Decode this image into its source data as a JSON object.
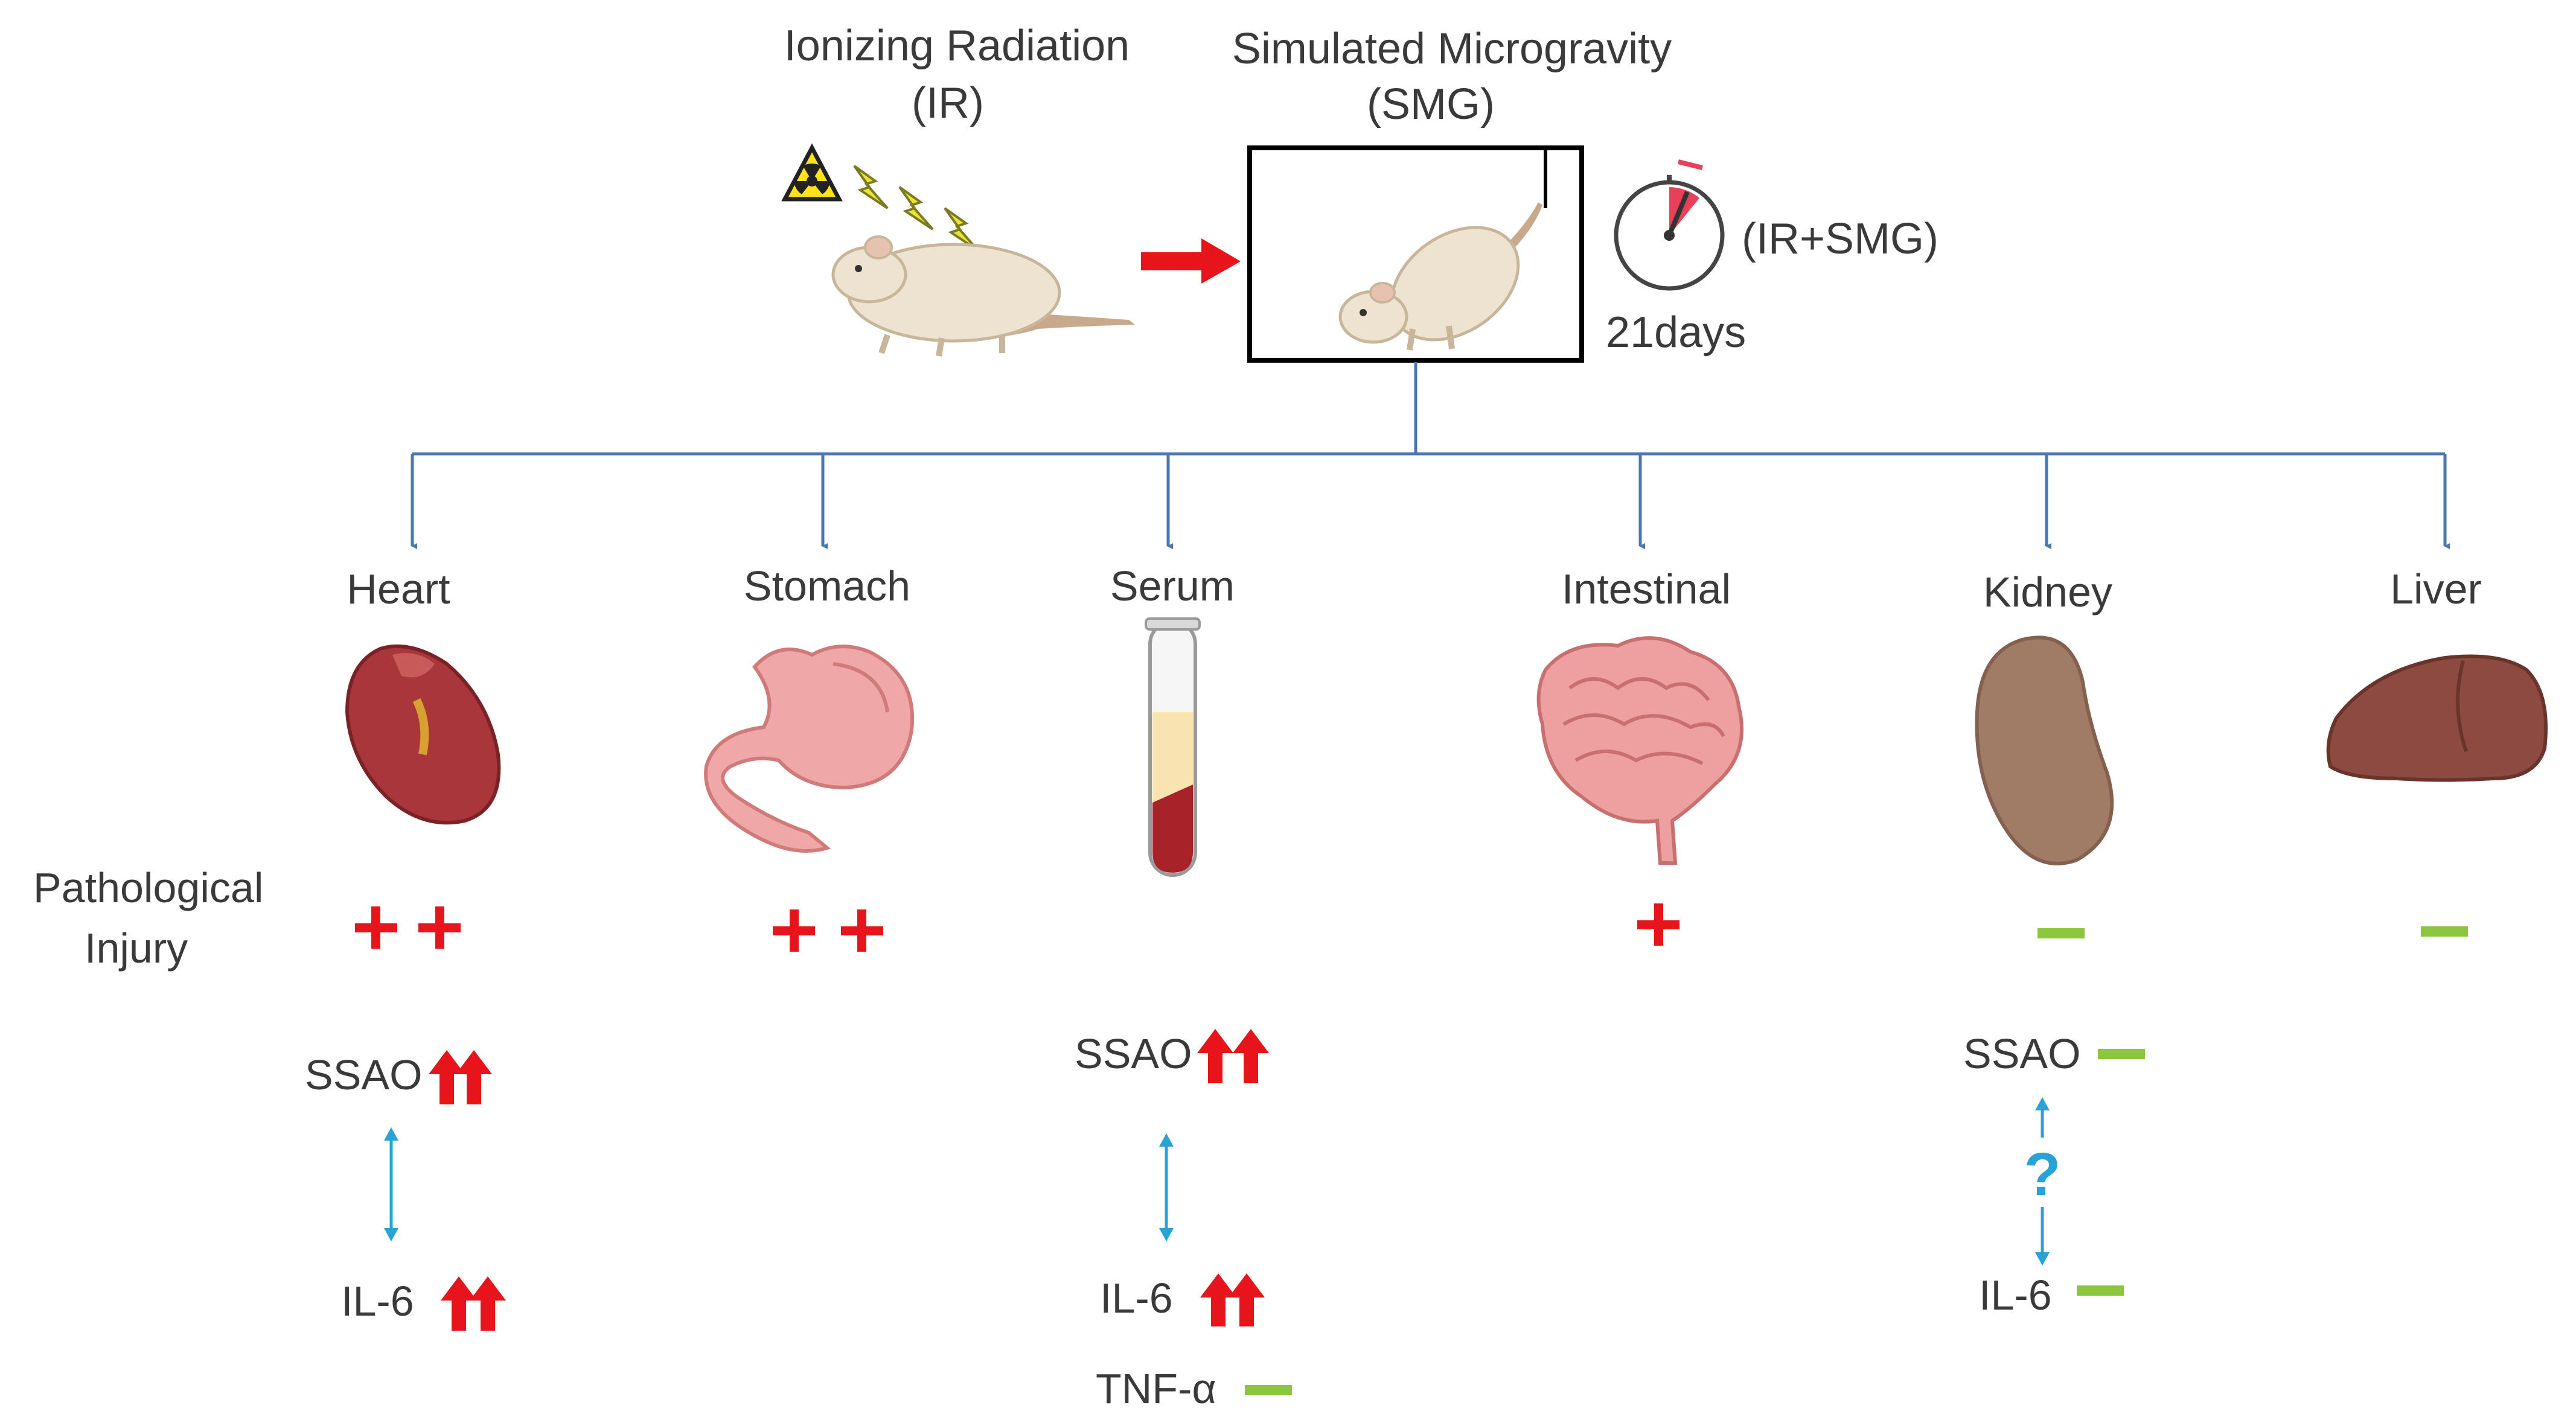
{
  "header": {
    "ir_title": "Ionizing Radiation",
    "ir_abbr": "(IR)",
    "smg_title": "Simulated Microgravity",
    "smg_abbr": "(SMG)",
    "combo_label": "(IR+SMG)",
    "duration": "21days"
  },
  "organs": {
    "heart": "Heart",
    "stomach": "Stomach",
    "serum": "Serum",
    "intestinal": "Intestinal",
    "kidney": "Kidney",
    "liver": "Liver"
  },
  "pathology": {
    "label_line1": "Pathological",
    "label_line2": "Injury"
  },
  "markers": {
    "heart_ssao": "SSAO",
    "heart_il6": "IL-6",
    "serum_ssao": "SSAO",
    "serum_il6": "IL-6",
    "serum_tnf": "TNF-α",
    "kidney_ssao": "SSAO",
    "kidney_il6": "IL-6",
    "kidney_question": "?"
  },
  "colors": {
    "increase": "#e8141b",
    "unchanged": "#8cc63f",
    "connector": "#4a78b5",
    "correlation": "#29a3d6"
  }
}
